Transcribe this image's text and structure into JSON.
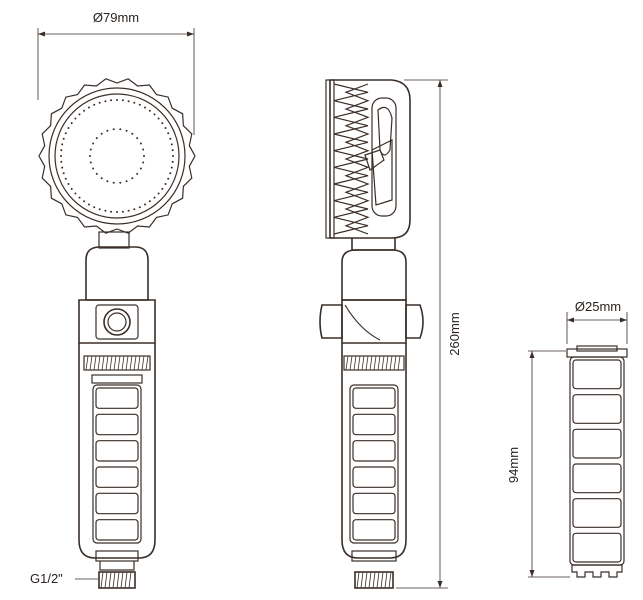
{
  "dimensions": {
    "head_diameter": "Ø79mm",
    "overall_length": "260mm",
    "filter_diameter": "Ø25mm",
    "filter_length": "94mm",
    "thread": "G1/2\""
  },
  "colors": {
    "line": "#3a2e28",
    "background": "#ffffff"
  }
}
